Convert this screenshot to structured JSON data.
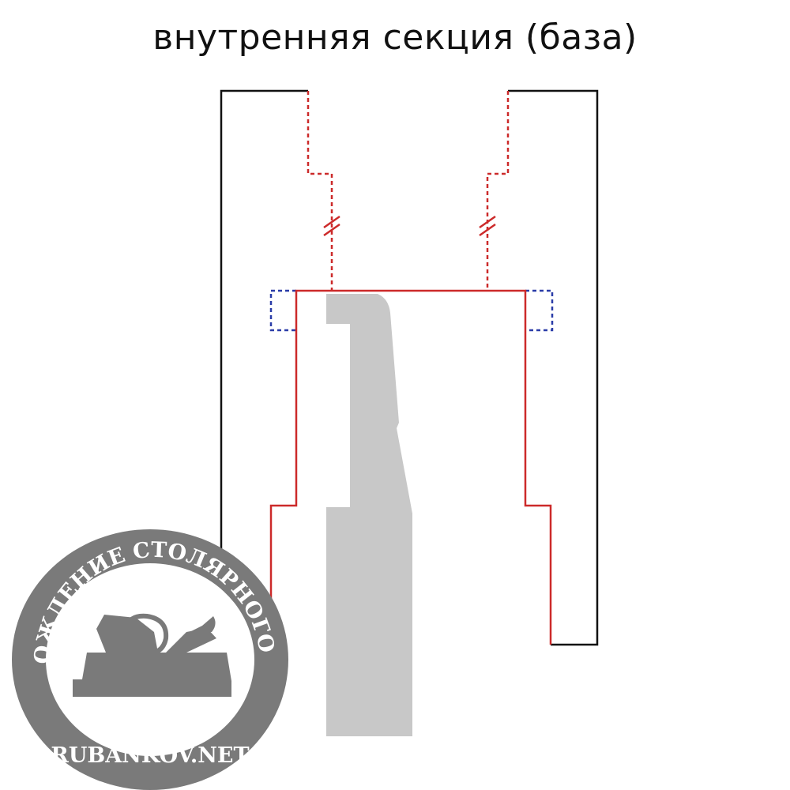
{
  "title": "внутренняя секция (база)",
  "colors": {
    "outline": "#111111",
    "section": "#cc2a2a",
    "hidden_top": "#cc2a2a",
    "hidden_side": "#2a3ca8",
    "iron": "#c8c8c8",
    "logo": "#7a7a7a",
    "logo_text": "#ffffff"
  },
  "logo": {
    "arc_text": "ВОЗРОЖДЕНИЕ СТОЛЯРНОГО ДЕЛА",
    "url_text": "RUBANKOV.NET",
    "icon": "hand-plane-icon"
  }
}
